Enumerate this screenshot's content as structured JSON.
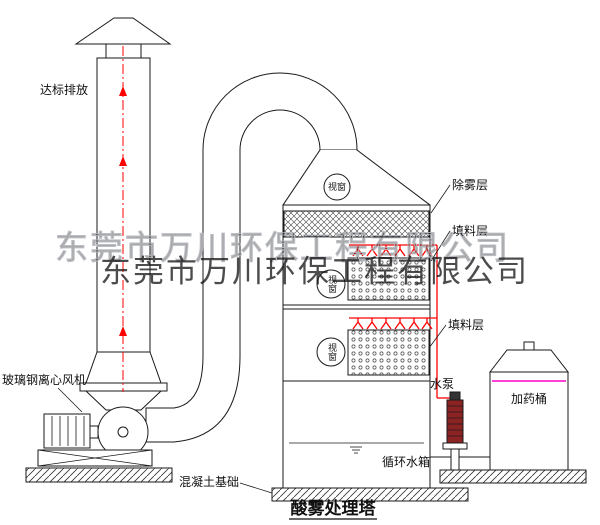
{
  "diagram": {
    "title": "酸雾处理塔",
    "watermark": {
      "line1": "东莞市万川环保工程有限公司",
      "line2": "东莞市万川环保工程有限公司"
    },
    "labels": {
      "emission": "达标排放",
      "fan": "玻璃钢离心风机",
      "concrete_foundation": "混凝土基础",
      "sight_window_top": "视窗",
      "sight_window_middle": "视窗",
      "sight_window_lower": "视窗",
      "demister_layer": "除雾层",
      "packing_layer_upper": "填料层",
      "packing_layer_lower": "填料层",
      "water_pump": "水泵",
      "dosing_tank": "加药桶",
      "circulating_water_tank": "循环水箱"
    },
    "colors": {
      "line": "#1a1a1a",
      "flow_centerline": "#ff0000",
      "spray_pipe": "#ff0000",
      "tank_level_line": "#ff00cc",
      "pump_body": "#8b2323",
      "watermark_outline": "#b4b8bf",
      "watermark_teal": "#2fa89c"
    }
  }
}
